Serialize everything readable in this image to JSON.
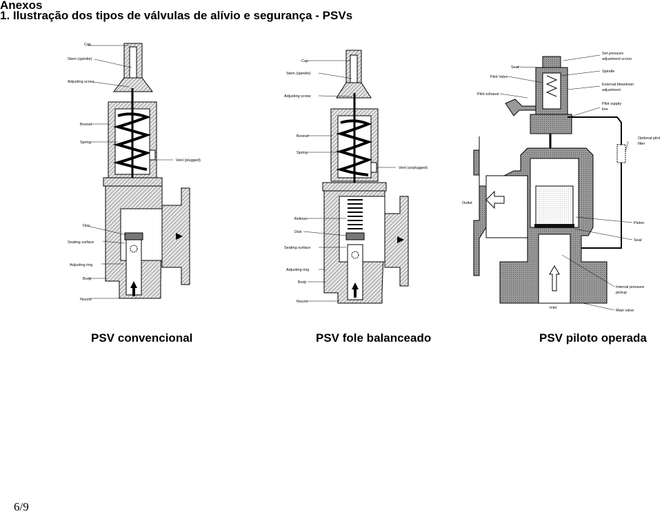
{
  "document": {
    "section_title": "Anexos",
    "item_title": "1. Ilustração dos tipos de válvulas de alívio e segurança - PSVs",
    "page_number": "6/9"
  },
  "figures": {
    "conventional": {
      "caption": "PSV convencional",
      "labels": {
        "cap": "Cap",
        "stem": "Stem (spindle)",
        "adjusting_screw": "Adjusting screw",
        "bonnet": "Bonnet",
        "spring": "Spring",
        "vent": "Vent (plugged)",
        "disc": "Disc",
        "seating_surface": "Seating surface",
        "adjusting_ring": "Adjusting ring",
        "body": "Body",
        "nozzle": "Nozzle"
      }
    },
    "balanced_bellows": {
      "caption": "PSV fole balanceado",
      "labels": {
        "cap": "Cap",
        "stem": "Stem (spindle)",
        "adjusting_screw": "Adjusting screw",
        "bonnet": "Bonnet",
        "spring": "Spring",
        "vent": "Vent (unplugged)",
        "bellows": "Bellows",
        "disk": "Disk",
        "seating_surface": "Seating surface",
        "adjusting_ring": "Adjusting ring",
        "body": "Body",
        "nozzle": "Nozzle"
      }
    },
    "pilot_operated": {
      "caption": "PSV piloto operada",
      "labels": {
        "seat_top": "Seat",
        "set_pressure": "Set pressure",
        "set_pressure2": "adjustment screw",
        "pilot_valve": "Pilot Valve",
        "spindle": "Spindle",
        "external_blowdown": "External blowdown",
        "external_blowdown2": "adjustment",
        "pilot_exhaust": "Pilot exhaust",
        "pilot_supply": "Pilot supply",
        "pilot_supply2": "line",
        "optional_filter": "Optional pilot",
        "optional_filter2": "filter",
        "outlet": "Outlet",
        "piston": "Piston",
        "seat": "Seat",
        "internal_pickup": "Internal pressure",
        "internal_pickup2": "pickup",
        "inlet": "Inlet",
        "main_valve": "Main valve"
      }
    }
  }
}
